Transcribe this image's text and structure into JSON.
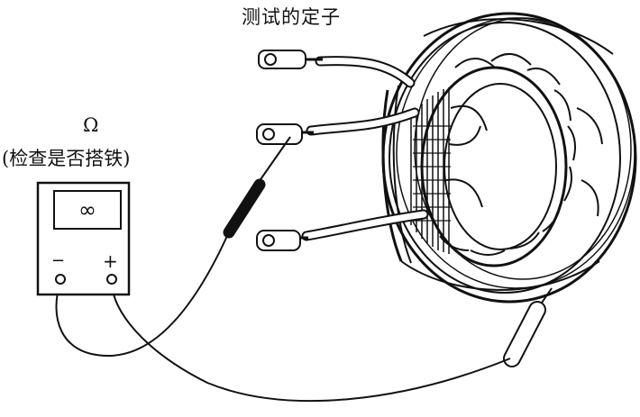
{
  "diagram": {
    "title": "测试的定子",
    "meter": {
      "unit_symbol": "Ω",
      "purpose_note": "(检查是否搭铁)",
      "reading": "∞",
      "negative_terminal": "−",
      "positive_terminal": "+"
    },
    "colors": {
      "line": "#111111",
      "background": "#ffffff"
    }
  }
}
